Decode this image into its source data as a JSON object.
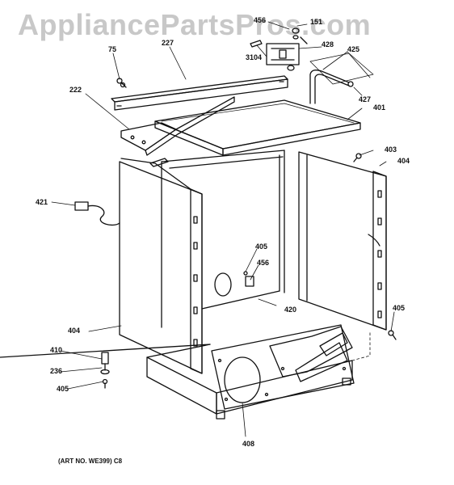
{
  "watermark": "AppliancePartsPros.com",
  "art_number": "(ART NO. WE399)  C8",
  "callouts": {
    "p75": "75",
    "p227": "227",
    "p222": "222",
    "p456_top": "456",
    "p151": "151",
    "p3104": "3104",
    "p428": "428",
    "p425": "425",
    "p427": "427",
    "p401": "401",
    "p403": "403",
    "p404_right": "404",
    "p421": "421",
    "p405_mid": "405",
    "p456_mid": "456",
    "p420": "420",
    "p405_right": "405",
    "p404_left": "404",
    "p410": "410",
    "p236": "236",
    "p405_left": "405",
    "p408": "408"
  }
}
